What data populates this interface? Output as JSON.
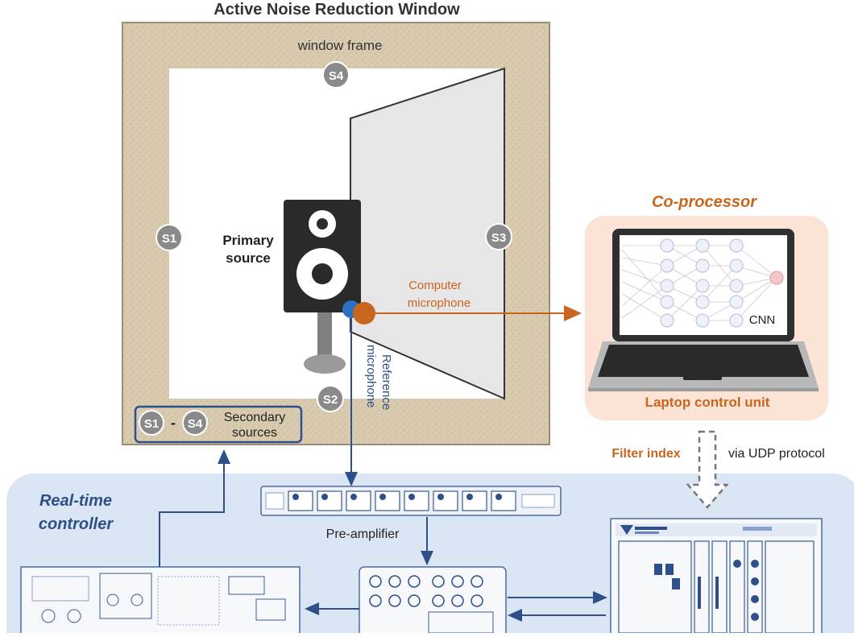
{
  "title": "Active Noise Reduction Window",
  "window": {
    "frame_label": "window frame",
    "sensors": [
      "S4",
      "S1",
      "S3",
      "S2"
    ],
    "primary_source": [
      "Primary",
      "source"
    ],
    "secondary": {
      "from": "S1",
      "dash": "-",
      "to": "S4",
      "label": [
        "Secondary",
        "sources"
      ]
    }
  },
  "microphones": {
    "computer": [
      "Computer",
      "microphone"
    ],
    "reference": [
      "Reference",
      "microphone"
    ]
  },
  "coprocessor": {
    "title": "Co-processor",
    "cnn_label": "CNN",
    "laptop_label": "Laptop control unit"
  },
  "link": {
    "filter_index": "Filter index",
    "protocol": "via UDP protocol"
  },
  "controller": {
    "title": [
      "Real-time",
      "controller"
    ],
    "preamp_label": "Pre-amplifier"
  },
  "colors": {
    "frame": "#d8c9ac",
    "navy": "#2d4f8a",
    "orange": "#c8661e",
    "coproc_bg": "#fbe4d6",
    "controller_bg": "#dbe6f4",
    "sensor": "#8a8a8a"
  }
}
